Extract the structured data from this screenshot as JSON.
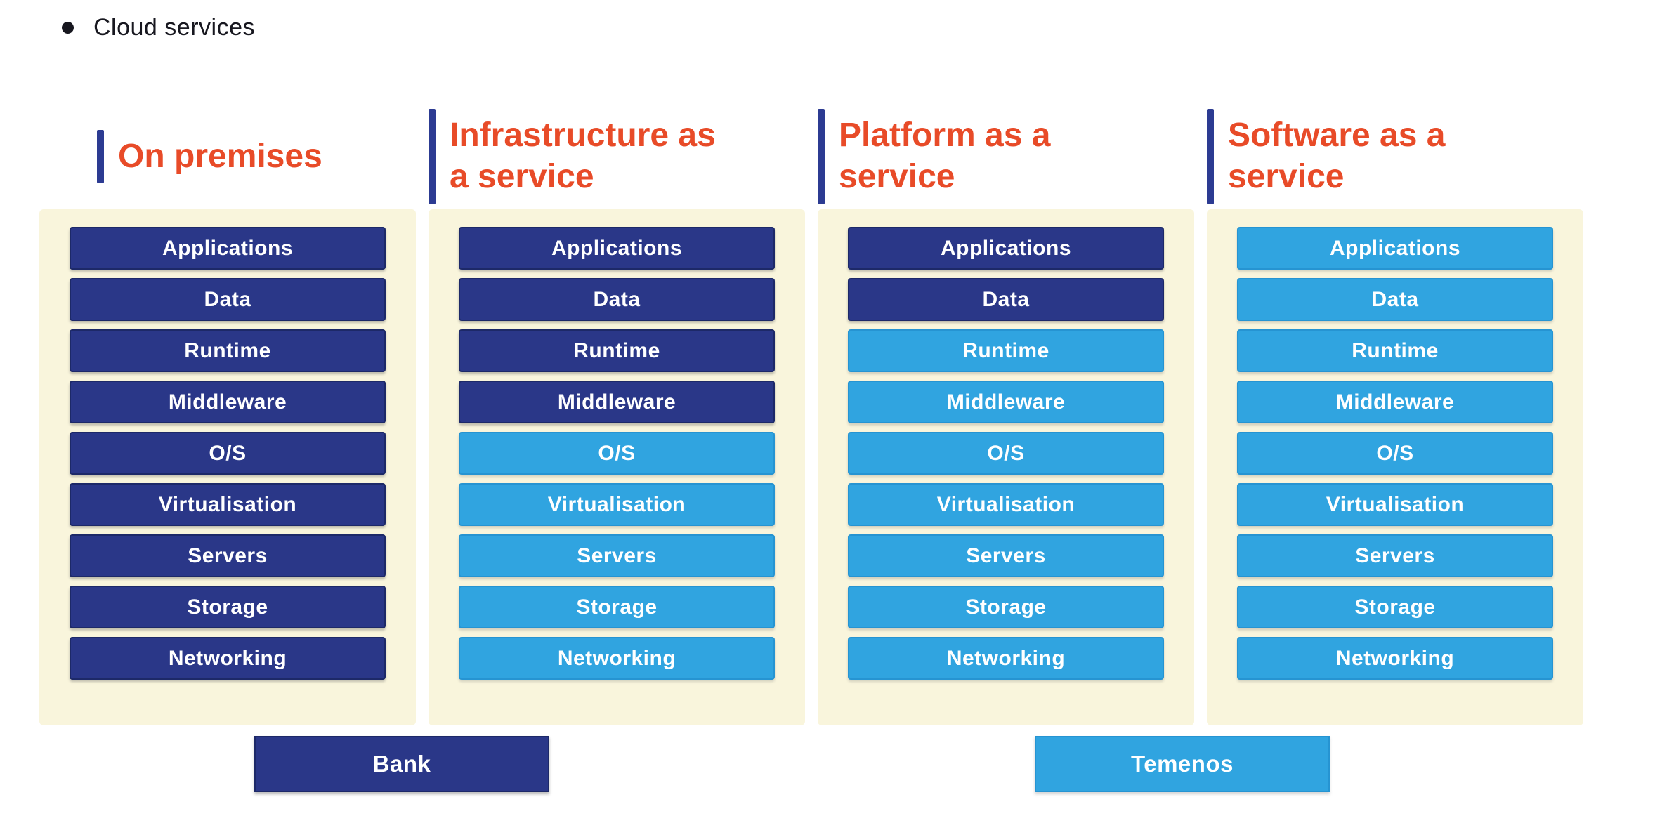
{
  "page": {
    "bullet_title": "Cloud services"
  },
  "colors": {
    "navy_bank": "#2a3788",
    "azure_temenos": "#30a4e0",
    "panel_cream": "#f9f5dc",
    "heading_orange": "#e84b28",
    "accent_bar": "#2c3b92",
    "title_text": "#17171f"
  },
  "columns": [
    {
      "id": "on-premises",
      "title_lines": [
        "On premises"
      ],
      "layers": [
        {
          "label": "Applications",
          "owner": "bank"
        },
        {
          "label": "Data",
          "owner": "bank"
        },
        {
          "label": "Runtime",
          "owner": "bank"
        },
        {
          "label": "Middleware",
          "owner": "bank"
        },
        {
          "label": "O/S",
          "owner": "bank"
        },
        {
          "label": "Virtualisation",
          "owner": "bank"
        },
        {
          "label": "Servers",
          "owner": "bank"
        },
        {
          "label": "Storage",
          "owner": "bank"
        },
        {
          "label": "Networking",
          "owner": "bank"
        }
      ]
    },
    {
      "id": "iaas",
      "title_lines": [
        "Infrastructure as",
        "a service"
      ],
      "layers": [
        {
          "label": "Applications",
          "owner": "bank"
        },
        {
          "label": "Data",
          "owner": "bank"
        },
        {
          "label": "Runtime",
          "owner": "bank"
        },
        {
          "label": "Middleware",
          "owner": "bank"
        },
        {
          "label": "O/S",
          "owner": "temenos"
        },
        {
          "label": "Virtualisation",
          "owner": "temenos"
        },
        {
          "label": "Servers",
          "owner": "temenos"
        },
        {
          "label": "Storage",
          "owner": "temenos"
        },
        {
          "label": "Networking",
          "owner": "temenos"
        }
      ]
    },
    {
      "id": "paas",
      "title_lines": [
        "Platform as a",
        "service"
      ],
      "layers": [
        {
          "label": "Applications",
          "owner": "bank"
        },
        {
          "label": "Data",
          "owner": "bank"
        },
        {
          "label": "Runtime",
          "owner": "temenos"
        },
        {
          "label": "Middleware",
          "owner": "temenos"
        },
        {
          "label": "O/S",
          "owner": "temenos"
        },
        {
          "label": "Virtualisation",
          "owner": "temenos"
        },
        {
          "label": "Servers",
          "owner": "temenos"
        },
        {
          "label": "Storage",
          "owner": "temenos"
        },
        {
          "label": "Networking",
          "owner": "temenos"
        }
      ]
    },
    {
      "id": "saas",
      "title_lines": [
        "Software as a",
        "service"
      ],
      "layers": [
        {
          "label": "Applications",
          "owner": "temenos"
        },
        {
          "label": "Data",
          "owner": "temenos"
        },
        {
          "label": "Runtime",
          "owner": "temenos"
        },
        {
          "label": "Middleware",
          "owner": "temenos"
        },
        {
          "label": "O/S",
          "owner": "temenos"
        },
        {
          "label": "Virtualisation",
          "owner": "temenos"
        },
        {
          "label": "Servers",
          "owner": "temenos"
        },
        {
          "label": "Storage",
          "owner": "temenos"
        },
        {
          "label": "Networking",
          "owner": "temenos"
        }
      ]
    }
  ],
  "legend": {
    "bank_label": "Bank",
    "temenos_label": "Temenos"
  }
}
